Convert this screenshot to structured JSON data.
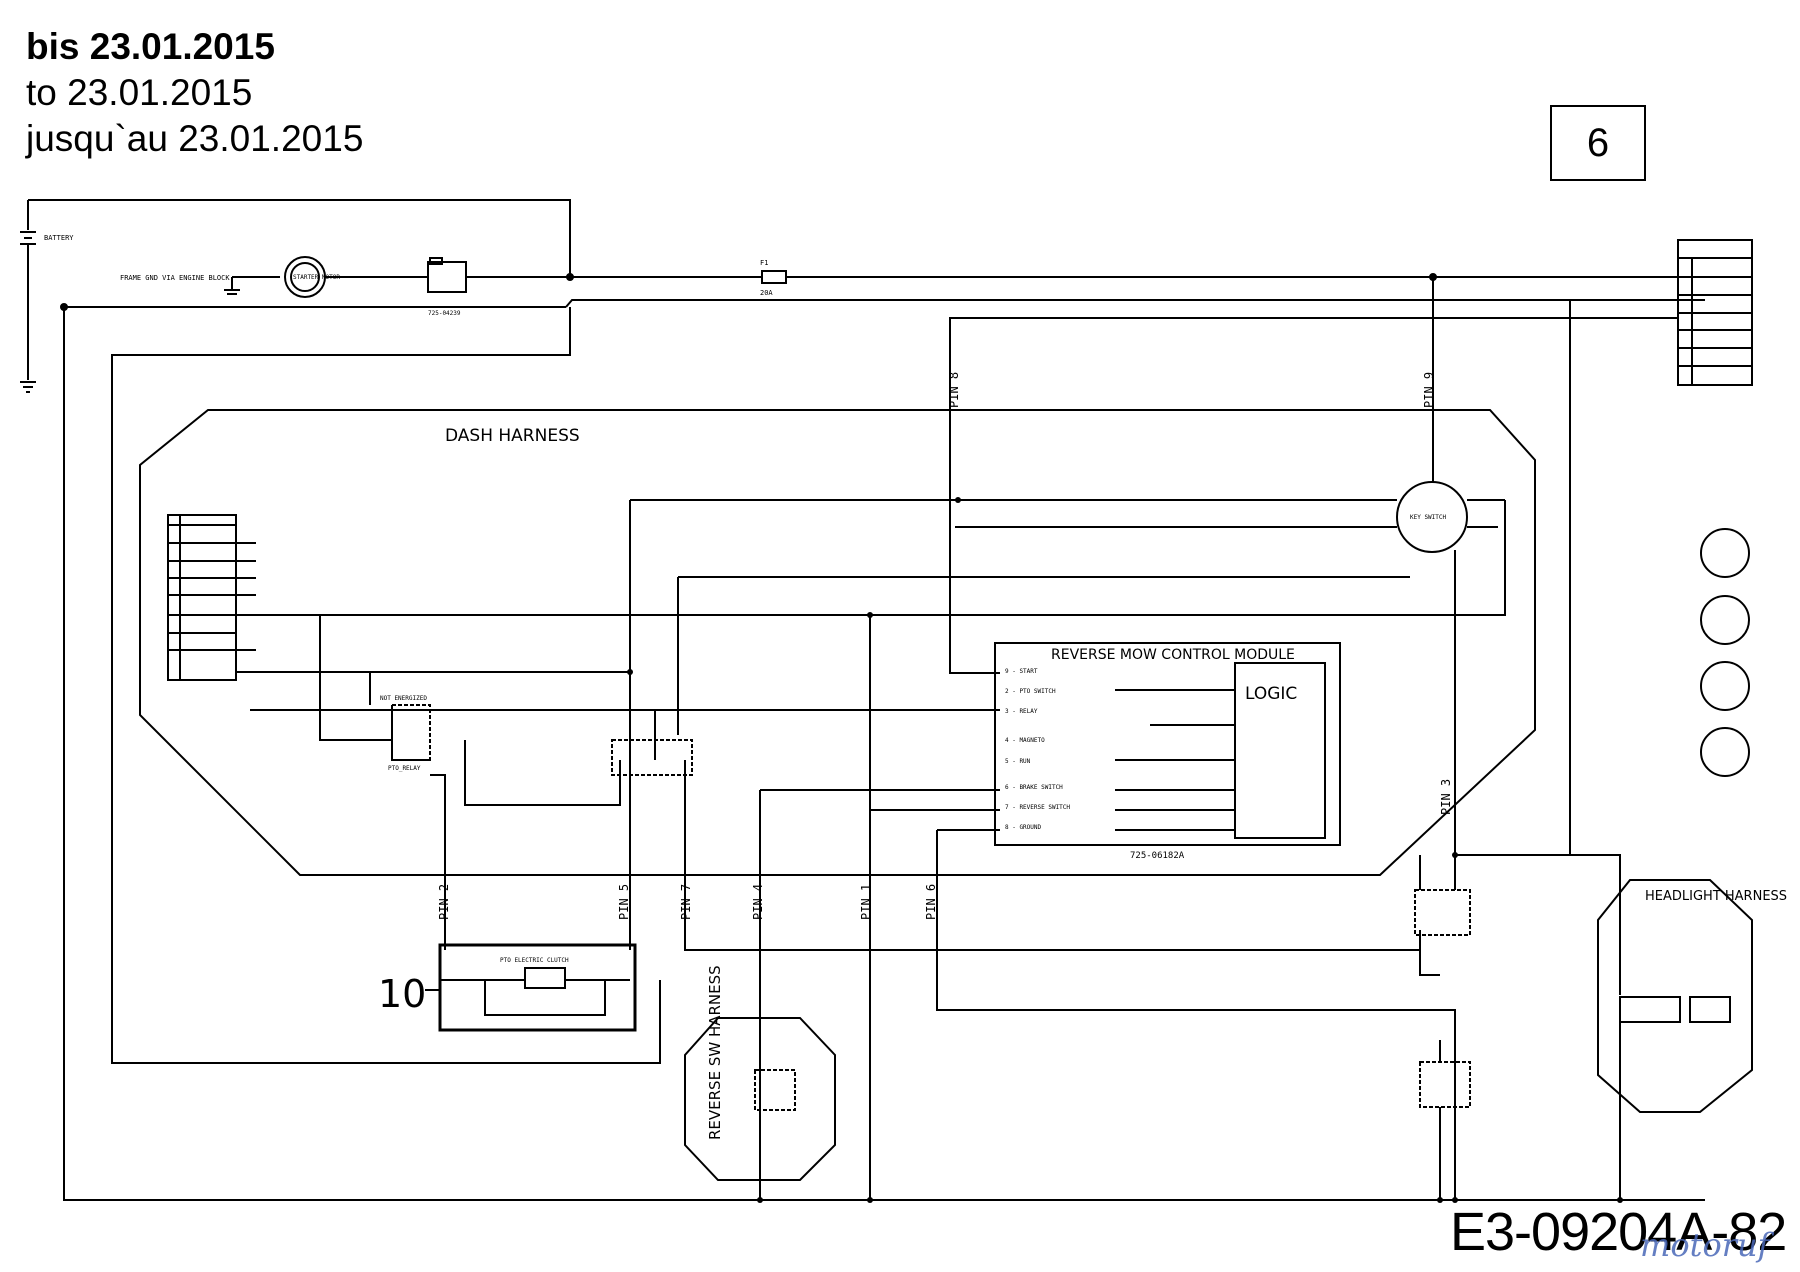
{
  "header": {
    "date_de": "bis 23.01.2015",
    "date_en": "to 23.01.2015",
    "date_fr": "jusqu`au 23.01.2015"
  },
  "page_number": "6",
  "drawing_id": "E3-09204A-82",
  "watermark": "motoruf",
  "harness_labels": {
    "dash": "DASH HARNESS",
    "reverse_sw": "REVERSE SW HARNESS",
    "headlight": "HEADLIGHT HARNESS"
  },
  "module": {
    "title": "REVERSE MOW CONTROL MODULE",
    "logic": "LOGIC",
    "part_no": "725-06182A",
    "pins": [
      "2 - PTO SWITCH",
      "3 - RELAY",
      "4 - MAGNETO",
      "5 - RUN",
      "6 - BRAKE SWITCH",
      "7 - REVERSE SWITCH",
      "8 - GROUND",
      "9 - START"
    ]
  },
  "pin_labels": [
    "PIN 8",
    "PIN 9",
    "PIN 2",
    "PIN 5",
    "PIN 7",
    "PIN 4",
    "PIN 1",
    "PIN 6",
    "PIN 3"
  ],
  "callout": "10",
  "wire_labels": {
    "battery": "BATTERY",
    "frame_gnd": "FRAME GND VIA ENGINE BLOCK",
    "starter_motor": "STARTER MOTOR",
    "fuse": "F1",
    "fuse_rating": "20A",
    "key_switch": "KEY SWITCH",
    "pto_relay": "PTO_RELAY",
    "pto_clutch": "PTO ELECTRIC CLUTCH",
    "ref_upper_left": "725-04239",
    "not_energized": "NOT ENERGIZED"
  }
}
